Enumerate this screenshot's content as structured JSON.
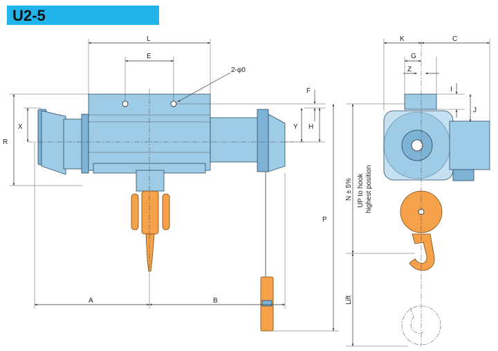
{
  "title": "U2-5",
  "dimensions": {
    "L": "L",
    "E": "E",
    "hole": "2-φ0",
    "F": "F",
    "R": "R",
    "X": "X",
    "Y": "Y",
    "H": "H",
    "A": "A",
    "B": "B",
    "P": "P",
    "N": "N ± 5%",
    "N_note_1": "UP to hook",
    "N_note_2": "highest position",
    "lift": "Lift",
    "K": "K",
    "C": "C",
    "G": "G",
    "Z": "Z",
    "I": "I",
    "J": "J"
  },
  "colors": {
    "title_bar": "#20b4ea",
    "body": "#9ecbe6",
    "hook": "#f5a24b"
  }
}
